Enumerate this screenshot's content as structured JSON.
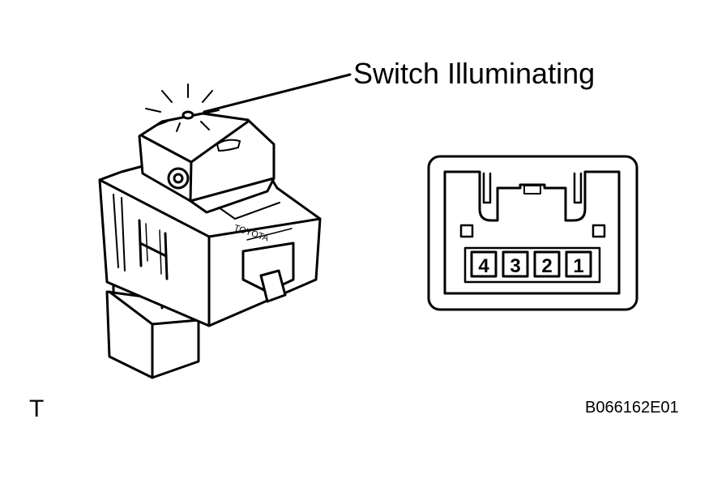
{
  "callout": {
    "label": "Switch Illuminating"
  },
  "switch": {
    "brand_text": "TOYOTA"
  },
  "connector": {
    "pins": [
      {
        "label": "4"
      },
      {
        "label": "3"
      },
      {
        "label": "2"
      },
      {
        "label": "1"
      }
    ]
  },
  "corner_letter": "T",
  "figure_code": "B066162E01"
}
